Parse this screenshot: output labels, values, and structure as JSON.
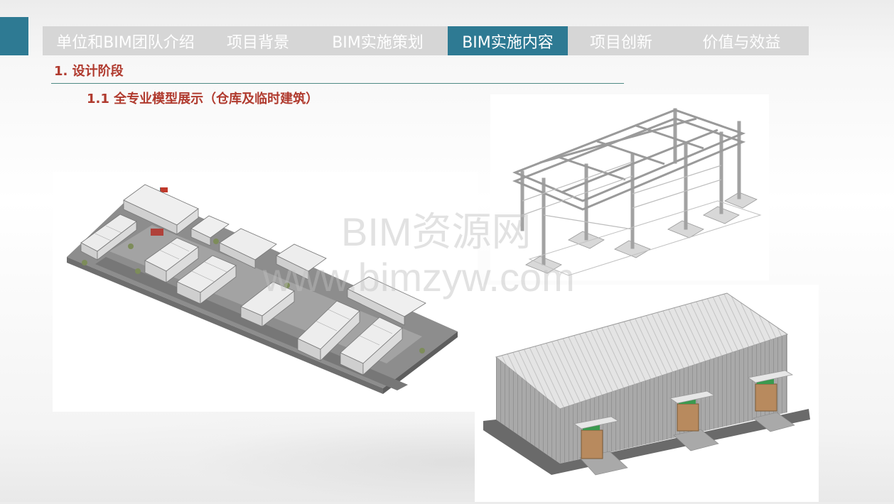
{
  "nav": {
    "tabs": [
      {
        "label": "单位和BIM团队介绍"
      },
      {
        "label": "项目背景"
      },
      {
        "label": "BIM实施策划"
      },
      {
        "label": "BIM实施内容"
      },
      {
        "label": "项目创新"
      },
      {
        "label": "价值与效益"
      }
    ],
    "active_index": 3
  },
  "content": {
    "section_title": "1. 设计阶段",
    "subsection_title": "1.1 全专业模型展示（仓库及临时建筑）"
  },
  "watermark": {
    "line1": "BIM资源网",
    "line2": "www.bimzyw.com"
  },
  "images": [
    {
      "name": "site-layout-model-image",
      "icon": "isometric-site-model"
    },
    {
      "name": "steel-frame-model-image",
      "icon": "isometric-steel-frame"
    },
    {
      "name": "warehouse-model-image",
      "icon": "isometric-warehouse"
    }
  ],
  "colors": {
    "accent": "#2e7a93",
    "nav_bg": "#d6d6d6",
    "heading_red": "#b03a2e",
    "rule": "#4f8a85"
  }
}
